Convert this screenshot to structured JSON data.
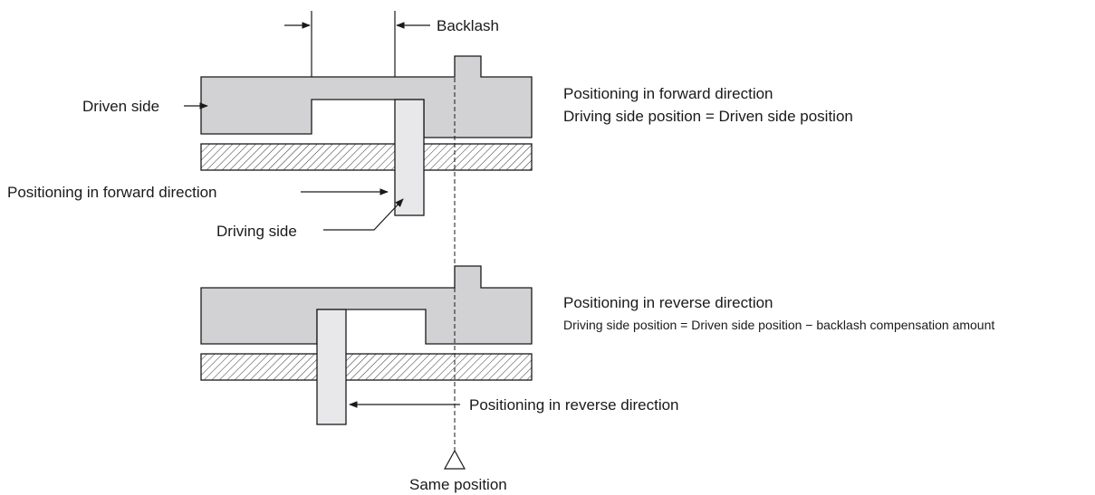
{
  "labels": {
    "backlash": "Backlash",
    "driven_side": "Driven side",
    "positioning_forward_left": "Positioning in forward direction",
    "driving_side": "Driving side",
    "positioning_reverse_bottom": "Positioning in reverse direction",
    "same_position": "Same position"
  },
  "forward_caption": {
    "title": "Positioning in forward direction",
    "equation": "Driving side position = Driven side position"
  },
  "reverse_caption": {
    "title": "Positioning in reverse direction",
    "equation": "Driving side position = Driven side position − backlash compensation amount"
  }
}
